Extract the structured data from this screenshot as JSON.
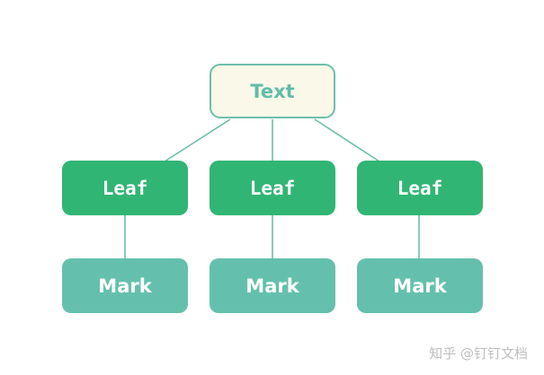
{
  "root": {
    "label": "Text"
  },
  "leaves": [
    {
      "label": "Leaf"
    },
    {
      "label": "Leaf"
    },
    {
      "label": "Leaf"
    }
  ],
  "marks": [
    {
      "label": "Mark"
    },
    {
      "label": "Mark"
    },
    {
      "label": "Mark"
    }
  ],
  "watermark": "知乎 @钉钉文档",
  "colors": {
    "root_fill": "#faf8e9",
    "root_border": "#6cbfab",
    "leaf_fill": "#31b574",
    "mark_fill": "#64c0ac",
    "connector": "#6cbfab"
  }
}
